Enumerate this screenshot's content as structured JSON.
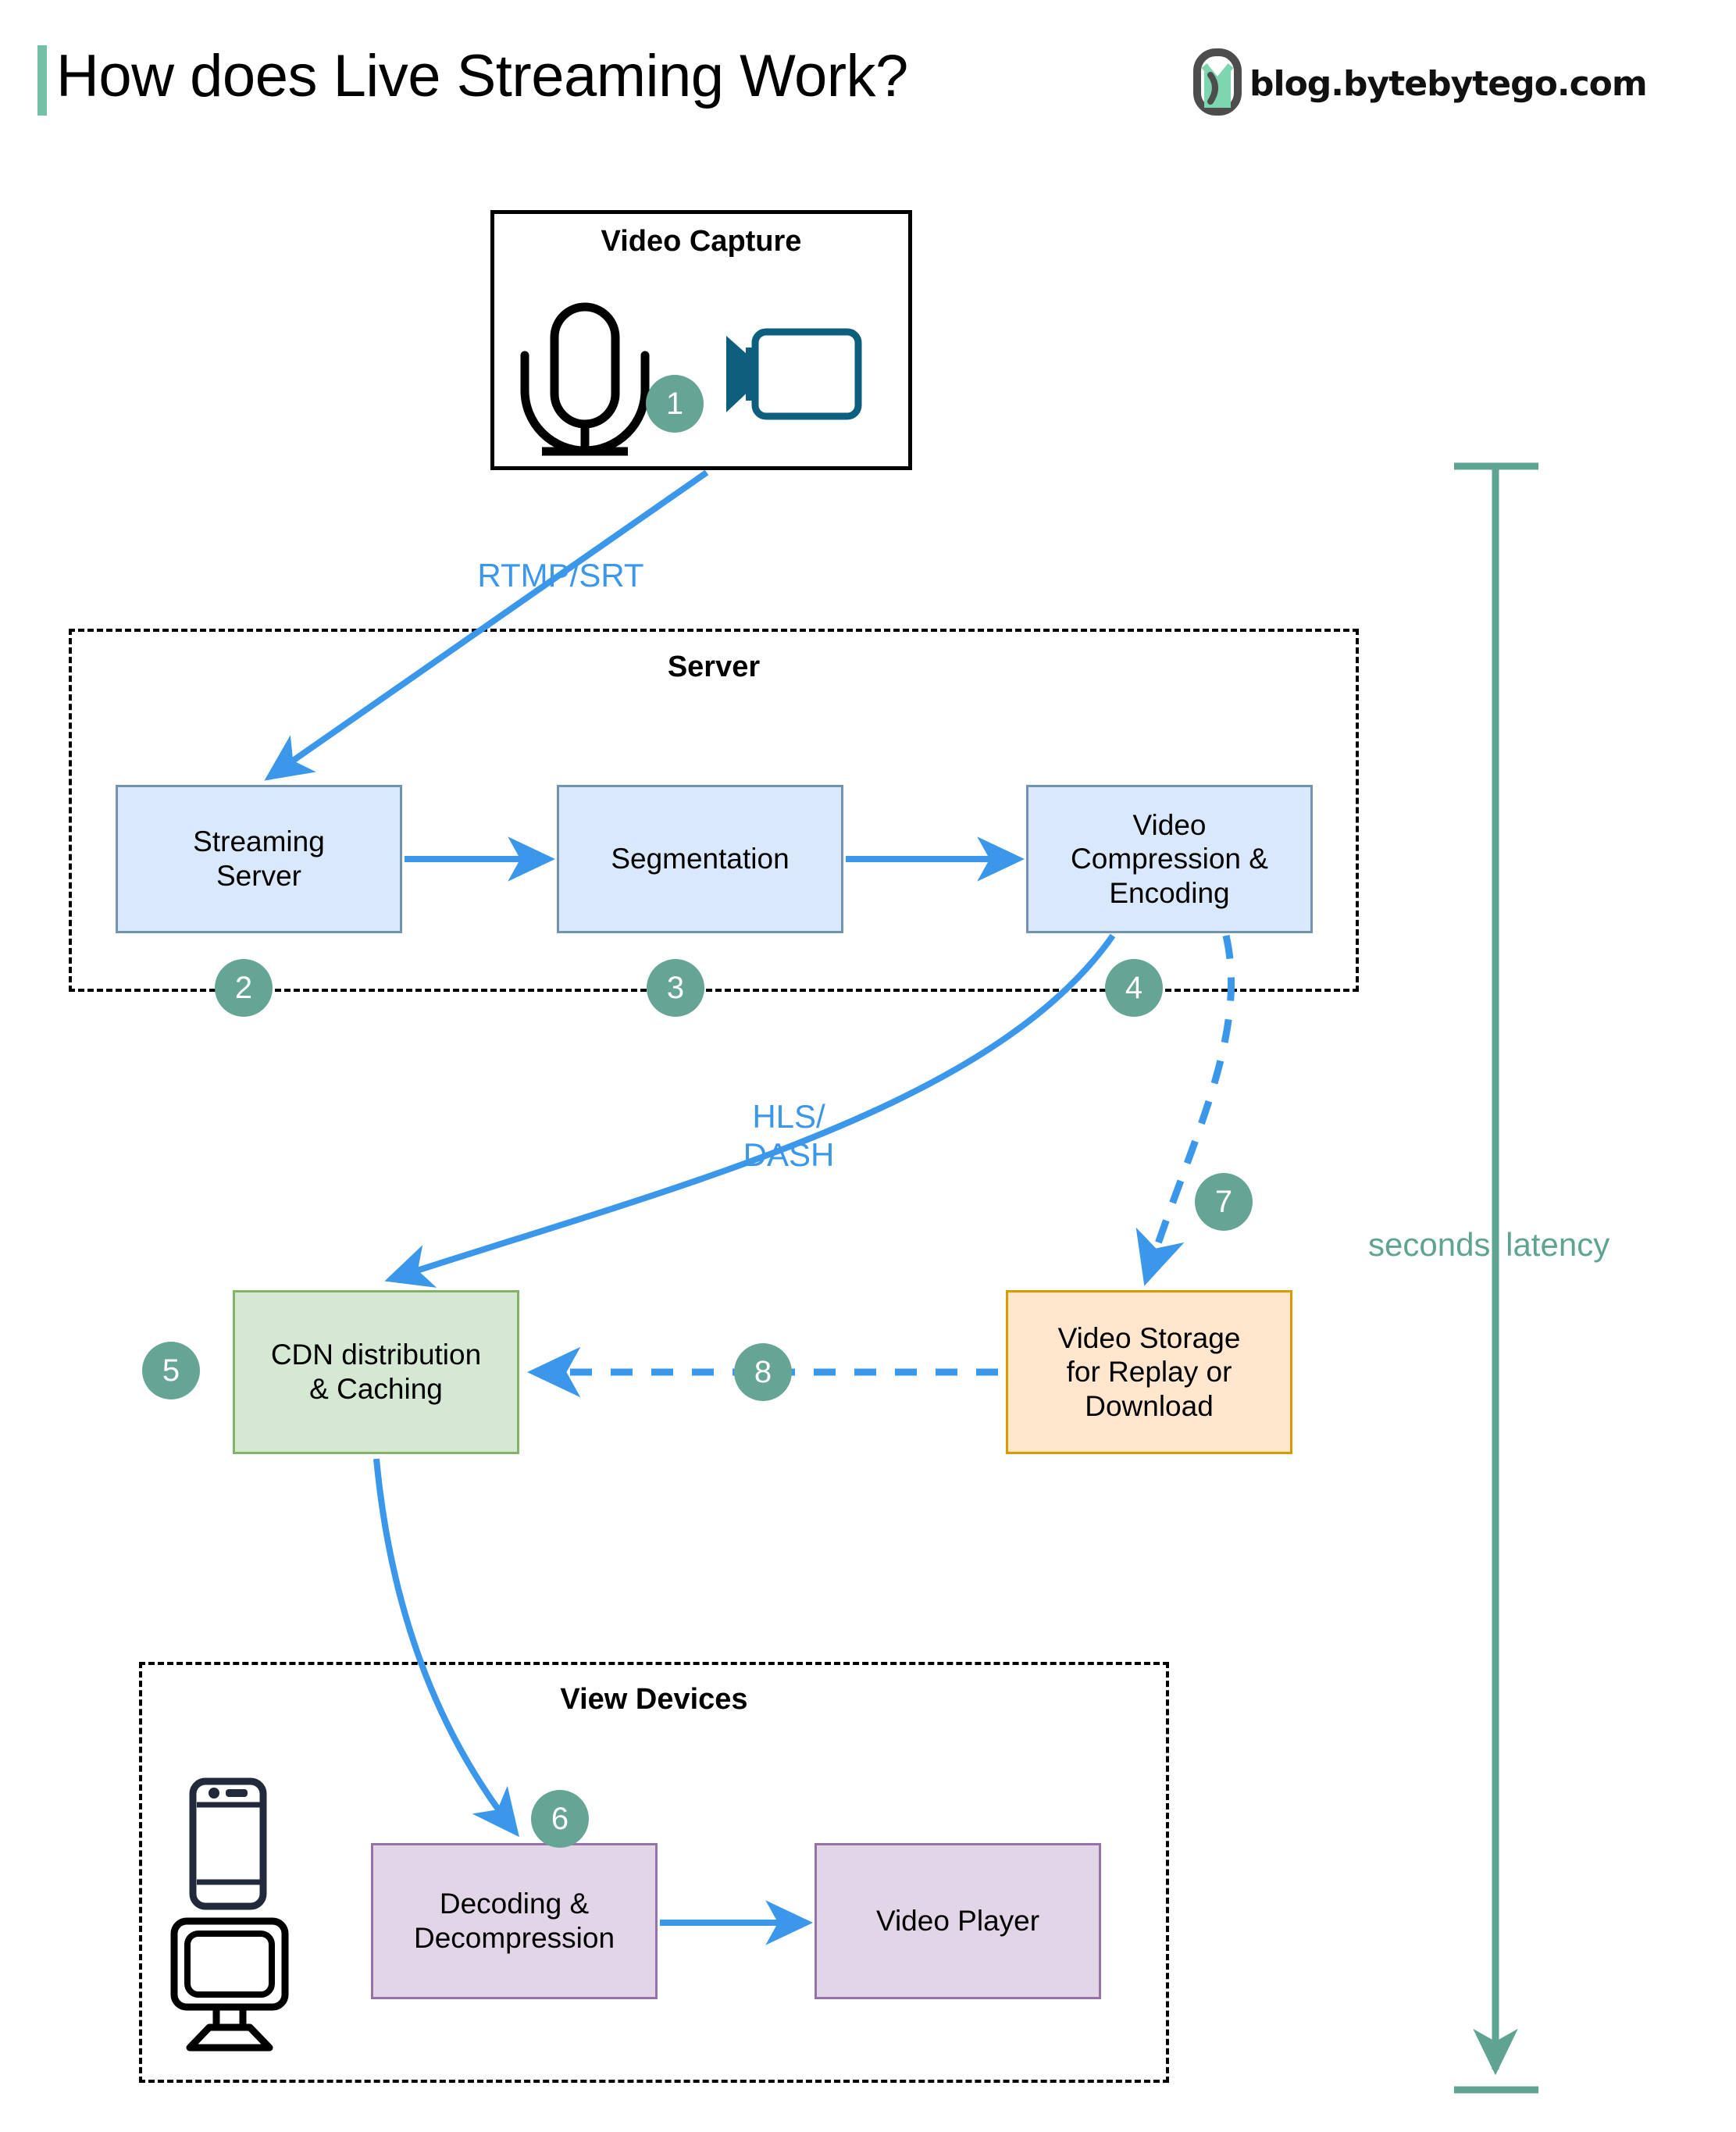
{
  "header": {
    "title": "How does Live Streaming Work?",
    "brand_text": "blog.bytebytego.com",
    "brand_icon": "bytebytego-logo-icon",
    "accent_color": "#72c1a6"
  },
  "groups": {
    "capture": {
      "title": "Video Capture",
      "style": "solid-black"
    },
    "server": {
      "title": "Server",
      "style": "dashed-black"
    },
    "view_devices": {
      "title": "View Devices",
      "style": "dashed-black"
    }
  },
  "nodes": {
    "streaming_server": {
      "label": "Streaming\nServer",
      "fill": "#dae8fc",
      "stroke": "#7393b3"
    },
    "segmentation": {
      "label": "Segmentation",
      "fill": "#dae8fc",
      "stroke": "#7393b3"
    },
    "video_compression": {
      "label": "Video\nCompression &\nEncoding",
      "fill": "#dae8fc",
      "stroke": "#7393b3"
    },
    "cdn": {
      "label": "CDN distribution\n& Caching",
      "fill": "#d5e8d4",
      "stroke": "#82b366"
    },
    "video_storage": {
      "label": "Video Storage\nfor Replay or\nDownload",
      "fill": "#ffe6cc",
      "stroke": "#d79b00"
    },
    "decoding": {
      "label": "Decoding &\nDecompression",
      "fill": "#e1d5e7",
      "stroke": "#9673a6"
    },
    "video_player": {
      "label": "Video Player",
      "fill": "#e1d5e7",
      "stroke": "#9673a6"
    }
  },
  "steps": [
    {
      "number": "1",
      "target": "video-capture"
    },
    {
      "number": "2",
      "target": "streaming-server"
    },
    {
      "number": "3",
      "target": "segmentation"
    },
    {
      "number": "4",
      "target": "video-compression"
    },
    {
      "number": "5",
      "target": "cdn"
    },
    {
      "number": "6",
      "target": "decoding"
    },
    {
      "number": "7",
      "target": "video-storage"
    },
    {
      "number": "8",
      "target": "storage-to-cdn"
    }
  ],
  "edge_labels": {
    "rtmp_srt": "RTMP/SRT",
    "hls_dash": "HLS/\nDASH"
  },
  "annotations": {
    "latency": "seconds' latency",
    "latency_color": "#5fa392"
  },
  "icons": {
    "microphone": "microphone-icon",
    "camera": "video-camera-icon",
    "phone": "smartphone-icon",
    "monitor": "desktop-monitor-icon"
  },
  "colors": {
    "arrow_blue": "#3b97ea",
    "badge_green": "#66a596",
    "latency_green": "#5fa392",
    "camera_teal": "#0e5f7e"
  }
}
